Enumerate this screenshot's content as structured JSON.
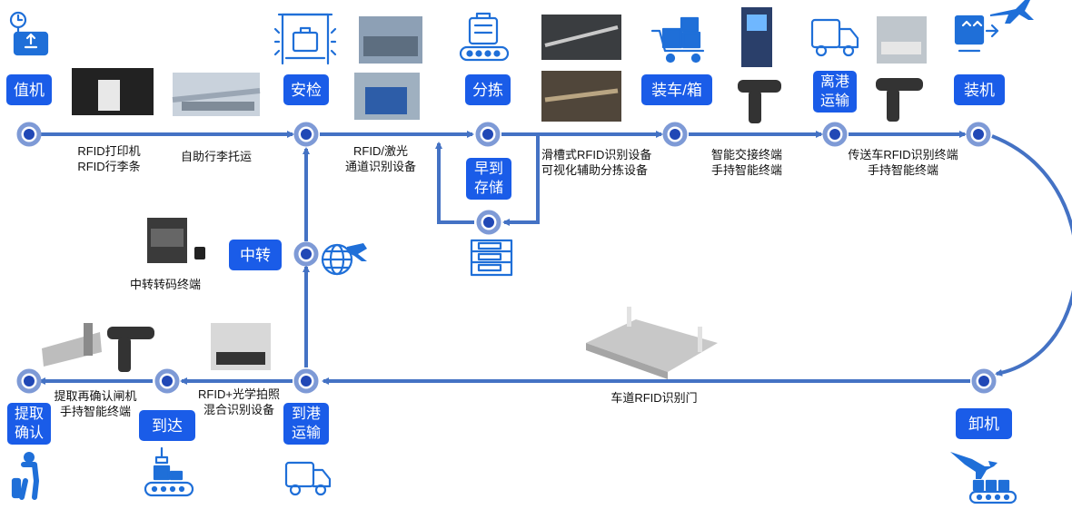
{
  "stages": {
    "checkin": "值机",
    "security": "安检",
    "sorting": "分拣",
    "loading": "装车/箱",
    "departure": "离港运输",
    "boarding": "装机",
    "early_storage": "早到存储",
    "transfer": "中转",
    "unloading": "卸机",
    "arrival_transport": "到港运输",
    "arrival": "到达",
    "pickup": "提取确认"
  },
  "captions": {
    "rfid_printer": "RFID打印机",
    "rfid_tag": "RFID行李条",
    "self_baggage": "自助行李托运",
    "rfid_laser_1": "RFID/激光",
    "rfid_laser_2": "通道识别设备",
    "chute_rfid": "滑槽式RFID识别设备",
    "visual_sorting": "可视化辅助分拣设备",
    "smart_handover": "智能交接终端",
    "handheld_1": "手持智能终端",
    "conveyor_rfid": "传送车RFID识别终端",
    "handheld_2": "手持智能终端",
    "transfer_terminal": "中转转码终端",
    "lane_rfid_gate": "车道RFID识别门",
    "rfid_optical_1": "RFID+光学拍照",
    "rfid_optical_2": "混合识别设备",
    "pickup_gate": "提取再确认闸机",
    "handheld_3": "手持智能终端"
  },
  "colors": {
    "accent": "#1a5ce8",
    "line": "#4472c4",
    "node_fill": "#2148b6",
    "icon": "#1f6fd8"
  }
}
